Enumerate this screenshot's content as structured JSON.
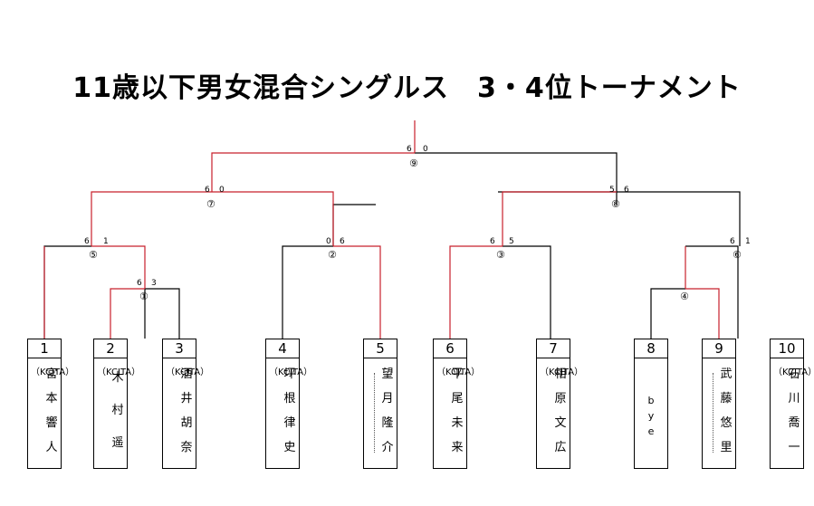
{
  "title": "11歳以下男女混合シングルス　3・4位トーナメント",
  "colors": {
    "win_line": "#c8202c",
    "line": "#000000"
  },
  "players": [
    {
      "no": "1",
      "name": [
        "宮",
        "本",
        "響",
        "人"
      ],
      "affiliation": "（KCJTA）"
    },
    {
      "no": "2",
      "name": [
        "木",
        "村",
        "遥"
      ],
      "affiliation": "（KCJTA）"
    },
    {
      "no": "3",
      "name": [
        "酒",
        "井",
        "胡",
        "奈"
      ],
      "affiliation": "（KCJTA）"
    },
    {
      "no": "4",
      "name": [
        "坪",
        "根",
        "律",
        "史"
      ],
      "affiliation": "（KCJTA）"
    },
    {
      "no": "5",
      "name": [
        "望",
        "月",
        "隆",
        "介"
      ],
      "affiliation": ""
    },
    {
      "no": "6",
      "name": [
        "平",
        "尾",
        "未",
        "来"
      ],
      "affiliation": "（KCJTA）"
    },
    {
      "no": "7",
      "name": [
        "相",
        "原",
        "文",
        "広"
      ],
      "affiliation": "（KCJTA）"
    },
    {
      "no": "8",
      "name": [
        "b",
        "y",
        "e"
      ],
      "affiliation": ""
    },
    {
      "no": "9",
      "name": [
        "武",
        "藤",
        "悠",
        "里"
      ],
      "affiliation": ""
    },
    {
      "no": "10",
      "name": [
        "石",
        "川",
        "喬",
        "一"
      ],
      "affiliation": "（KCJTA）"
    }
  ],
  "matches": [
    {
      "label": "①",
      "score_left": "6",
      "score_right": "3"
    },
    {
      "label": "②",
      "score_left": "0",
      "score_right": "6"
    },
    {
      "label": "③",
      "score_left": "6",
      "score_right": "5"
    },
    {
      "label": "④",
      "score_left": "",
      "score_right": ""
    },
    {
      "label": "⑤",
      "score_left": "6",
      "score_right": "1"
    },
    {
      "label": "⑥",
      "score_left": "6",
      "score_right": "1"
    },
    {
      "label": "⑦",
      "score_left": "6",
      "score_right": "0"
    },
    {
      "label": "⑧",
      "score_left": "5",
      "score_right": "6"
    },
    {
      "label": "⑨",
      "score_left": "6",
      "score_right": "0"
    }
  ]
}
